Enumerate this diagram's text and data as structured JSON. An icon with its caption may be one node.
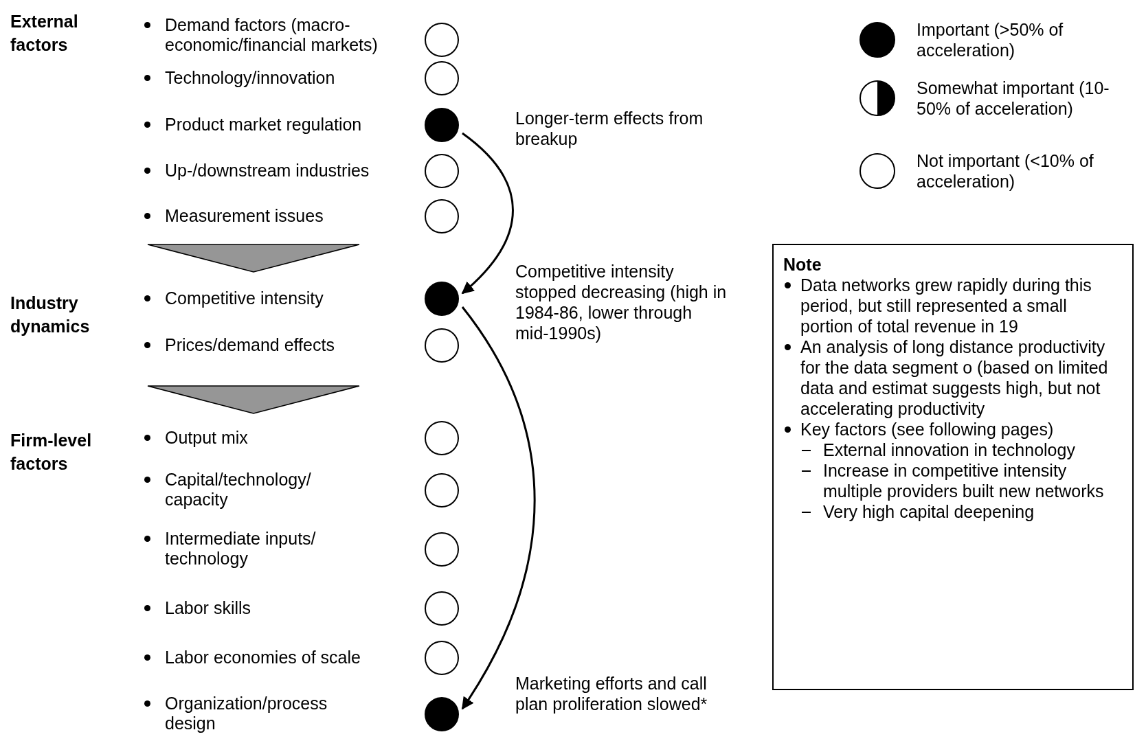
{
  "diagram": {
    "nodes": [
      {
        "text": [],
        "shape": "circle"
      },
      {
        "text": [],
        "shape": "circle"
      },
      {
        "text": [],
        "shape": "disc"
      },
      {
        "text": [],
        "shape": "circle"
      },
      {
        "text": [],
        "shape": "circle"
      },
      {
        "text": [],
        "shape": "triangle"
      },
      {
        "text": [],
        "shape": "disc"
      },
      {
        "text": [],
        "shape": "circle"
      },
      {
        "text": [],
        "shape": "triangle"
      },
      {
        "text": [],
        "shape": "circle"
      },
      {
        "text": [],
        "shape": "circle"
      },
      {
        "text": [],
        "shape": "circle"
      },
      {
        "text": [],
        "shape": "circle"
      },
      {
        "text": [],
        "shape": "circle"
      },
      {
        "text": [],
        "shape": "disc"
      },
      {
        "text": [
          "Note",
          "Data networks grew rapidly during this period, but still represented a small portion of total revenue in 19",
          "An analysis of long distance productivity for the data segment o (based on limited data and estimat suggests high, but not accelerating productivity",
          "Key factors (see following pages)",
          "External innovation in technology",
          "Increase in competitive intensity multiple providers built new networks",
          "Very high capital deepening"
        ]
      }
    ],
    "edges": [
      {
        "from": 2,
        "to": 6,
        "arrow": "to"
      },
      {
        "from": 6,
        "to": 14,
        "arrow": "to"
      }
    ],
    "labels": [
      "External factors",
      "Demand factors (macro-economic/financial markets)",
      "Technology/innovation",
      "Longer-term effects from breakup",
      "Product market regulation",
      "Up-/downstream industries",
      "Measurement issues",
      "Competitive intensity stopped decreasing (high in 1984-86, lower through mid-1990s)",
      "Industry dynamics",
      "Competitive intensity",
      "Prices/demand effects",
      "Firm-level factors",
      "Output mix",
      "Capital/technology/ capacity",
      "Intermediate inputs/ technology",
      "Labor skills",
      "Labor economies of scale",
      "Marketing efforts and call plan proliferation slowed*",
      "Organization/process design"
    ],
    "legend": [
      {
        "text": "Important (>50% of acceleration)"
      },
      {
        "text": "Somewhat important (10-50% of acceleration)"
      },
      {
        "text": "Not important (<10% of acceleration)"
      }
    ]
  }
}
